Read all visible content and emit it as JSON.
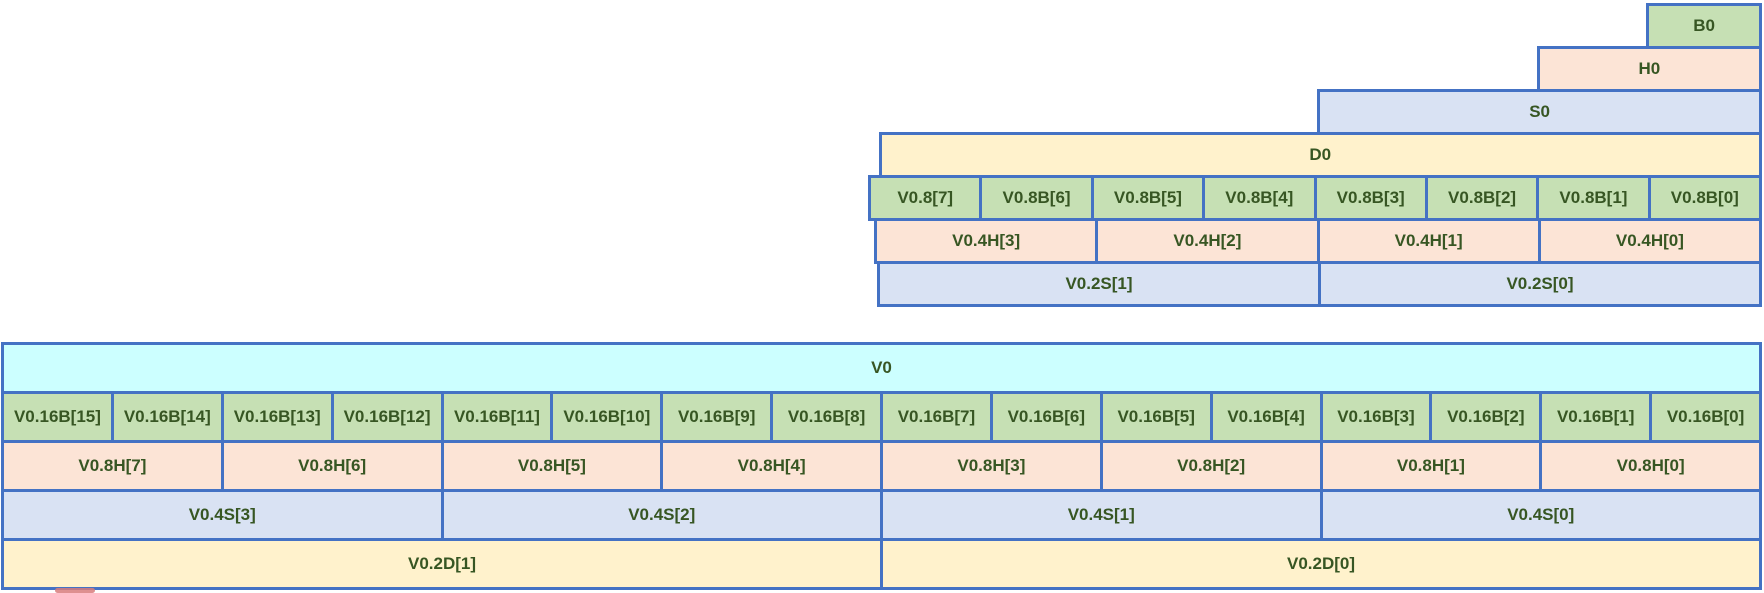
{
  "colors": {
    "border": "#4472C4",
    "byte_fill": "#C6E0B4",
    "half_fill": "#FCE4D6",
    "single_fill": "#D9E2F3",
    "double_fill": "#FFF2CC",
    "vector_fill": "#CCFFFF",
    "label_text": "#375623"
  },
  "scalars": {
    "b0": "B0",
    "h0": "H0",
    "s0": "S0",
    "d0": "D0"
  },
  "v64": {
    "bytes": [
      "V0.8[7]",
      "V0.8B[6]",
      "V0.8B[5]",
      "V0.8B[4]",
      "V0.8B[3]",
      "V0.8B[2]",
      "V0.8B[1]",
      "V0.8B[0]"
    ],
    "halves": [
      "V0.4H[3]",
      "V0.4H[2]",
      "V0.4H[1]",
      "V0.4H[0]"
    ],
    "singles": [
      "V0.2S[1]",
      "V0.2S[0]"
    ]
  },
  "v128": {
    "full": "V0",
    "bytes": [
      "V0.16B[15]",
      "V0.16B[14]",
      "V0.16B[13]",
      "V0.16B[12]",
      "V0.16B[11]",
      "V0.16B[10]",
      "V0.16B[9]",
      "V0.16B[8]",
      "V0.16B[7]",
      "V0.16B[6]",
      "V0.16B[5]",
      "V0.16B[4]",
      "V0.16B[3]",
      "V0.16B[2]",
      "V0.16B[1]",
      "V0.16B[0]"
    ],
    "halves": [
      "V0.8H[7]",
      "V0.8H[6]",
      "V0.8H[5]",
      "V0.8H[4]",
      "V0.8H[3]",
      "V0.8H[2]",
      "V0.8H[1]",
      "V0.8H[0]"
    ],
    "singles": [
      "V0.4S[3]",
      "V0.4S[2]",
      "V0.4S[1]",
      "V0.4S[0]"
    ],
    "doubles": [
      "V0.2D[1]",
      "V0.2D[0]"
    ]
  }
}
